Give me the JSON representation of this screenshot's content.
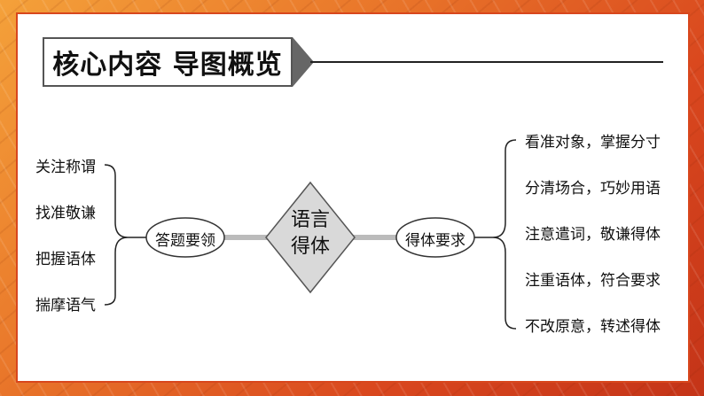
{
  "title": "核心内容  导图概览",
  "center": {
    "line1": "语言",
    "line2": "得体"
  },
  "left_node": "答题要领",
  "right_node": "得体要求",
  "left_items": [
    "关注称谓",
    "找准敬谦",
    "把握语体",
    "揣摩语气"
  ],
  "right_items": [
    "看准对象，掌握分寸",
    "分清场合，巧妙用语",
    "注意遣词，敬谦得体",
    "注重语体，符合要求",
    "不改原意，转述得体"
  ],
  "colors": {
    "frame": "#d8471d",
    "connector": "#bbbbbb",
    "diamond": "#d9d9d9"
  }
}
